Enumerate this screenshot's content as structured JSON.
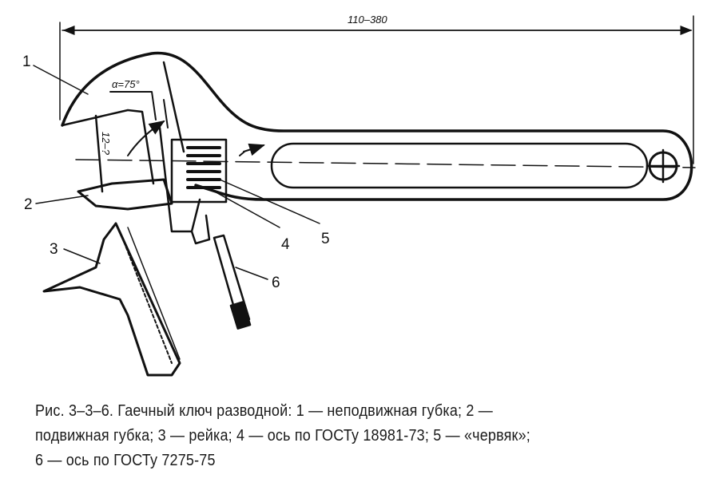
{
  "figure": {
    "dimension_label": "110–380",
    "angle_label": "α=75°",
    "jaw_opening_label": "12–?",
    "part_labels": [
      "1",
      "2",
      "3",
      "4",
      "5",
      "6"
    ]
  },
  "caption": {
    "lines": [
      "Рис. 3–3–6. Гаечный ключ разводной: 1 — неподвижная губка; 2 —",
      "подвижная губка; 3 — рейка; 4 — ось по ГОСТу 18981-73; 5 — «червяк»;",
      "6 — ось по ГОСТу 7275-75"
    ]
  }
}
